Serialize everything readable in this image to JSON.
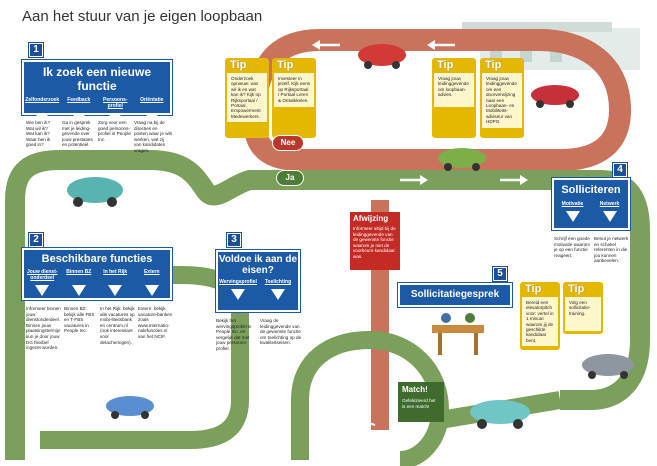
{
  "title": "Aan het stuur van je eigen loopbaan",
  "steps": [
    {
      "num": "1",
      "title": "Ik zoek een nieuwe functie",
      "cols": [
        "Zelfonderzoek",
        "Feedback",
        "Persoons-profiel",
        "Oriëntatie"
      ],
      "texts": [
        "Wie ben ik?\nWat wil ik?\nWat kan ik?\nWaar ben ik goed in?",
        "Ga in gesprek met je leiding-gevende over jouw prestaties en potentieel.",
        "Zorg voor een goed persoons-profiel in People Inc.",
        "Vraag na bij de directies en posten waar je wilt werken, wat zij van kandidaten vragen."
      ]
    },
    {
      "num": "2",
      "title": "Beschikbare functies",
      "cols": [
        "Jouw dienst-onderdeel",
        "Binnen BZ",
        "In het Rijk",
        "Extern"
      ],
      "texts": [
        "Informeer binnen jouw dienstonderdeel. Binnen jouw plaatsingstermijn kun je door jouw DG flexibel ingezet worden.",
        "Binnen BZ: bekijk alle FBS en T-FBS vacatures in People Inc.",
        "In het Rijk: bekijk alle vacatures op mobi-liteitsbank en centrum.nl (ook interessant voor detacheringen).",
        "Extern: bekijk vacature-banken zoals www.internatio-nalefuncties.nl van het NCIF."
      ]
    },
    {
      "num": "3",
      "title": "Voldoe ik aan de eisen?",
      "cols": [
        "Wervingsprofiel",
        "Toelichting"
      ],
      "texts": [
        "Bekijk het wervingsprofiel in People Inc. en vergelijk dat met jouw persoons-profiel.",
        "Vraag de leidinggevende van de gewenste functie om toelichting op de kwaliteitseisen."
      ]
    },
    {
      "num": "4",
      "title": "Solliciteren",
      "cols": [
        "Motivatie",
        "Netwerk"
      ],
      "texts": [
        "Schrijf een goede motivatie waarom je op een functie reageert.",
        "Benut je netwerk en schakel referenten in die jou kunnen aanbevelen."
      ]
    },
    {
      "num": "5",
      "title": "Sollicitatiegesprek"
    }
  ],
  "tips": [
    {
      "h": "Tip",
      "t": "Onderzoek opnieuw: wat wil ik en wat kan ik? Kijk op Rijksportaal / Portaal Empowerment Medewerkers."
    },
    {
      "h": "Tip",
      "t": "Investeer in jezelf. Kijk eens op Rijksportaal / Portaal Leren & Ontwikkelen."
    },
    {
      "h": "Tip",
      "t": "Vraag jouw leidinggevende om loopbaan-advies."
    },
    {
      "h": "Tip",
      "t": "Vraag jouw leidinggevende om een doorverwijzing naar een Loopbaan- en Mobiliteits-adviseur van HDPO."
    },
    {
      "h": "Tip",
      "t": "Bereid een elevatorpitch voor: vertel in 1 minuut waarom jij de geschikte kandidaat bent."
    },
    {
      "h": "Tip",
      "t": "Volg een sollicitatie-training."
    }
  ],
  "nee": "Nee",
  "ja": "Ja",
  "afwijzing": {
    "h": "Afwijzing",
    "t": "Informeer altijd bij de leidinggevende van de gewenste functie waarom je niet de voorkeurs-kandidaat was."
  },
  "match": {
    "h": "Match!",
    "t": "Gefeliciteerd het is een match!"
  },
  "colors": {
    "road": "#7aa05b",
    "road_red": "#c9735d",
    "sign_blue": "#1c5aa6",
    "tip_yellow": "#e4b800",
    "alert_red": "#c42b25"
  }
}
